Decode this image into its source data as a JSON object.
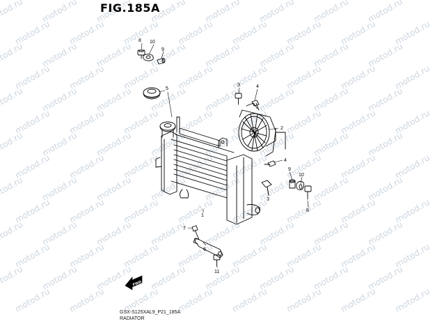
{
  "figure": {
    "title": "FIG.185A",
    "code": "GSX-S125XAL9_P21_185A",
    "name": "RADIATOR"
  },
  "watermark": "motod.ru",
  "fwd_label": "FWD",
  "callouts": [
    "8",
    "10",
    "9",
    "5",
    "3",
    "4",
    "2",
    "4",
    "9",
    "10",
    "3",
    "8",
    "1",
    "7",
    "6",
    "11"
  ],
  "colors": {
    "line": "#000000",
    "watermark": "#ccd6e0",
    "background": "#ffffff"
  }
}
